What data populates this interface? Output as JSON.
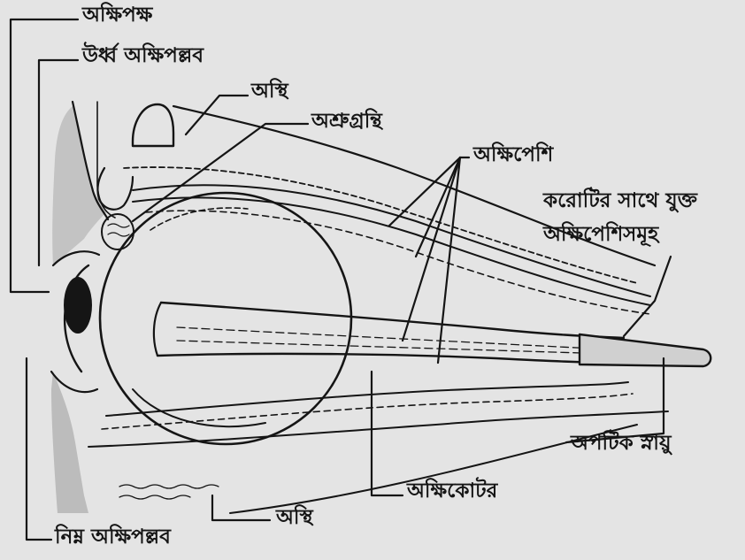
{
  "labels": {
    "eyelash": "অক্ষিপক্ষ",
    "upper_eyelid": "উর্ধ্ব অক্ষিপল্লব",
    "bone_top": "অস্থি",
    "lacrimal_gland": "অশ্রুগ্রন্থি",
    "eye_muscle": "অক্ষিপেশি",
    "skull_muscles_line1": "করোটির সাথে যুক্ত",
    "skull_muscles_line2": "অক্ষিপেশিসমূহ",
    "optic_nerve": "অপটিক স্নায়ু",
    "eye_socket": "অক্ষিকোটর",
    "bone_bottom": "অস্থি",
    "lower_eyelid": "নিম্ন অক্ষিপল্লব"
  },
  "colors": {
    "background": "#e4e4e4",
    "ink": "#151515",
    "shade": "#b9b9b9"
  }
}
